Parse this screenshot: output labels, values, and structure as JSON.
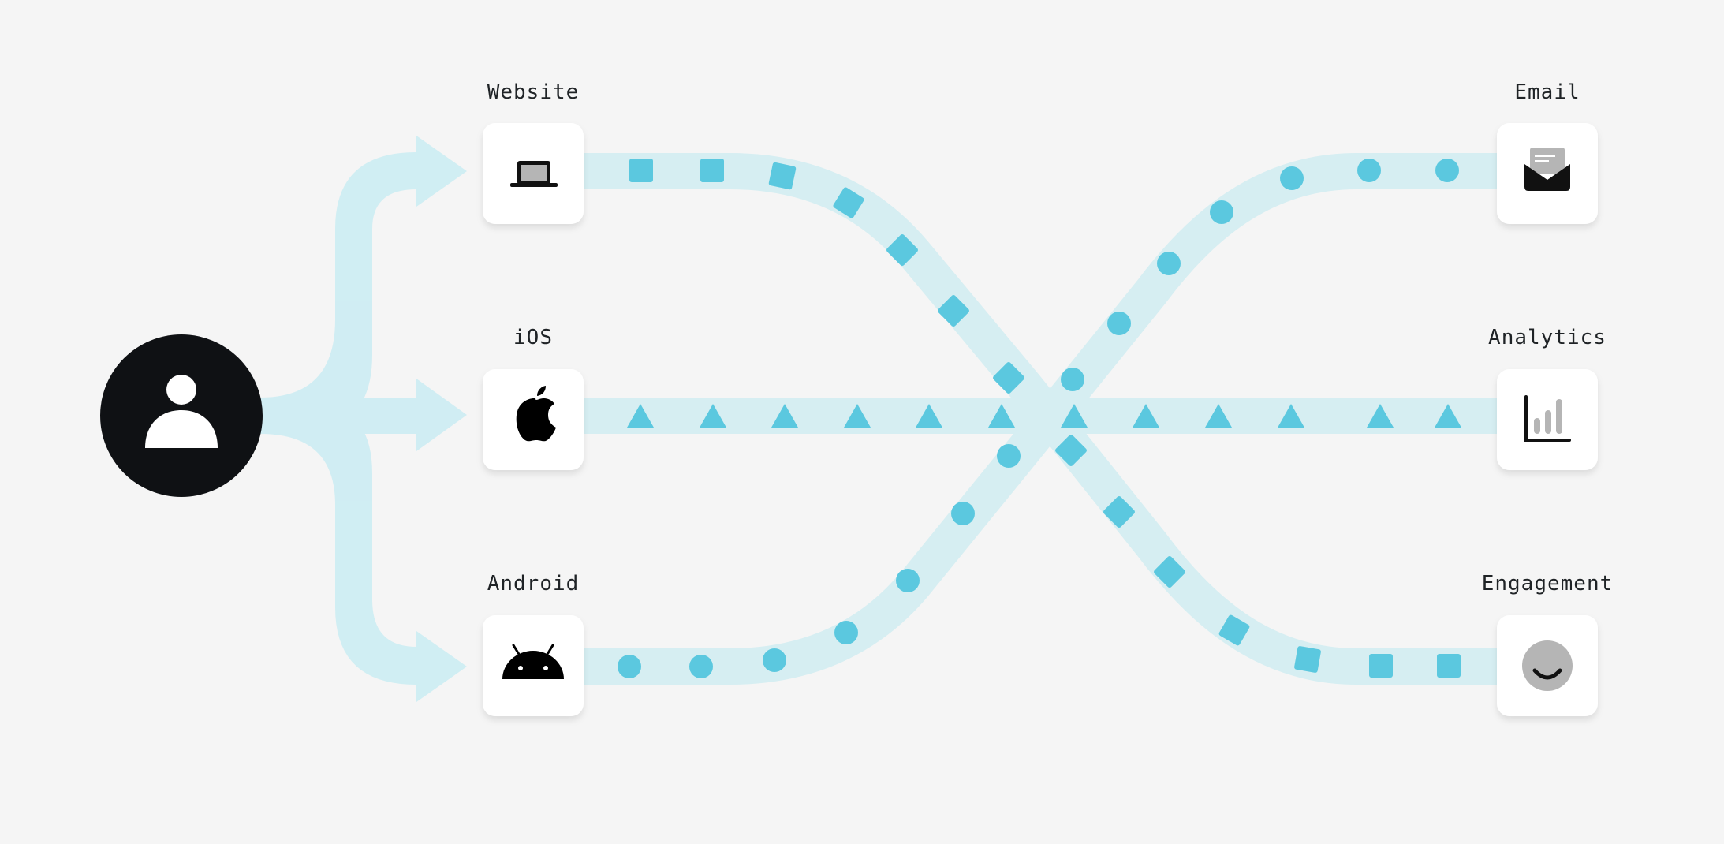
{
  "colors": {
    "background": "#f5f5f5",
    "flow_band": "#cdeef3",
    "token": "#5bc8df",
    "user_circle": "#0f1114",
    "card": "#ffffff",
    "icon_dark": "#111111",
    "icon_grey": "#b5b5b5"
  },
  "user": {
    "icon": "user-icon"
  },
  "sources": [
    {
      "id": "website",
      "label": "Website",
      "icon": "laptop-icon"
    },
    {
      "id": "ios",
      "label": "iOS",
      "icon": "apple-icon"
    },
    {
      "id": "android",
      "label": "Android",
      "icon": "android-icon"
    }
  ],
  "destinations": [
    {
      "id": "email",
      "label": "Email",
      "icon": "envelope-icon"
    },
    {
      "id": "analytics",
      "label": "Analytics",
      "icon": "bar-chart-icon"
    },
    {
      "id": "engagement",
      "label": "Engagement",
      "icon": "smile-icon"
    }
  ],
  "flows": [
    {
      "from": "website",
      "to": "engagement",
      "token": "square"
    },
    {
      "from": "ios",
      "to": "analytics",
      "token": "triangle"
    },
    {
      "from": "android",
      "to": "email",
      "token": "circle"
    }
  ]
}
